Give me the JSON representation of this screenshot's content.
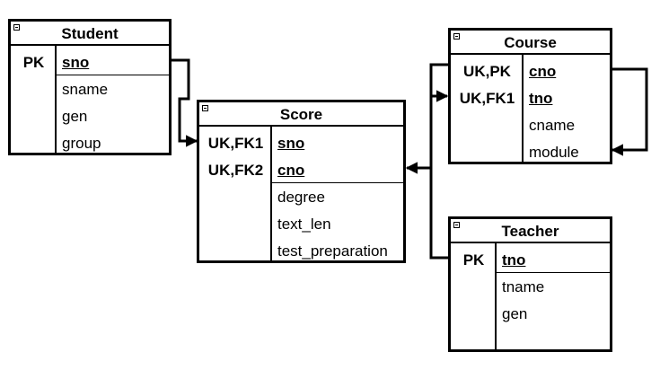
{
  "entities": {
    "student": {
      "title": "Student",
      "rows": [
        {
          "key": "PK",
          "field": "sno"
        },
        {
          "key": "",
          "field": "sname"
        },
        {
          "key": "",
          "field": "gen"
        },
        {
          "key": "",
          "field": "group"
        }
      ]
    },
    "score": {
      "title": "Score",
      "rows": [
        {
          "key": "UK,FK1",
          "field": "sno"
        },
        {
          "key": "UK,FK2",
          "field": "cno"
        },
        {
          "key": "",
          "field": "degree"
        },
        {
          "key": "",
          "field": "text_len"
        },
        {
          "key": "",
          "field": "test_preparation"
        }
      ]
    },
    "course": {
      "title": "Course",
      "rows": [
        {
          "key": "UK,PK",
          "field": "cno"
        },
        {
          "key": "UK,FK1",
          "field": "tno"
        },
        {
          "key": "",
          "field": "cname"
        },
        {
          "key": "",
          "field": "module"
        }
      ]
    },
    "teacher": {
      "title": "Teacher",
      "rows": [
        {
          "key": "PK",
          "field": "tno"
        },
        {
          "key": "",
          "field": "tname"
        },
        {
          "key": "",
          "field": "gen"
        }
      ]
    }
  }
}
